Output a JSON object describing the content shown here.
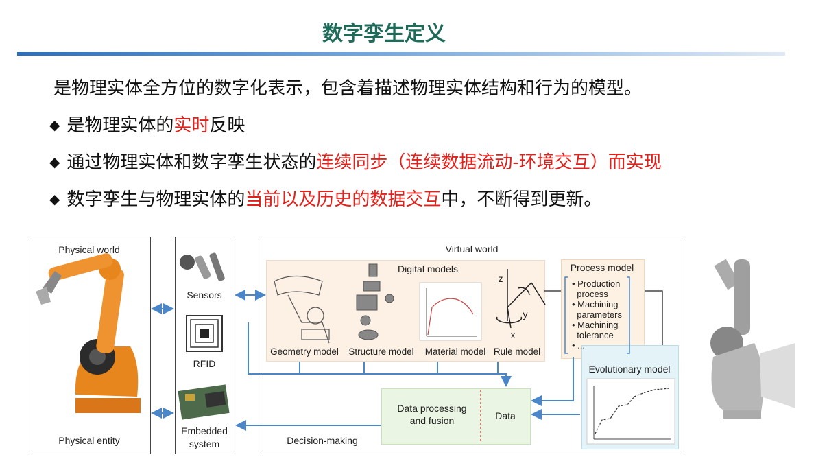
{
  "header": {
    "title": "数字孪生定义"
  },
  "intro": "是物理实体全方位的数字化表示，包含着描述物理实体结构和行为的模型。",
  "bullets": [
    {
      "pre": "是物理实体的",
      "hl": "实时",
      "post": "反映"
    },
    {
      "pre": "通过物理实体和数字孪生状态的",
      "hl": "连续同步（连续数据流动-环境交互）而实现",
      "post": ""
    },
    {
      "pre": "数字孪生与物理实体的",
      "hl": "当前以及历史的数据交互",
      "post": "中，不断得到更新。"
    }
  ],
  "bullet_symbol": "◆",
  "diagram": {
    "physical_world": "Physical world",
    "physical_entity": "Physical entity",
    "sensors": "Sensors",
    "rfid": "RFID",
    "embedded_1": "Embedded",
    "embedded_2": "system",
    "virtual_world": "Virtual world",
    "digital_models": "Digital models",
    "geometry_model": "Geometry model",
    "structure_model": "Structure model",
    "material_model": "Material model",
    "rule_model": "Rule model",
    "rule_axes": {
      "z": "z",
      "y": "y",
      "x": "x"
    },
    "process_model": "Process model",
    "process_items": [
      "• Production",
      "  process",
      "• Machining",
      "  parameters",
      "• Machining",
      "  tolerance",
      "• ..."
    ],
    "evolutionary_model": "Evolutionary model",
    "data_processing_1": "Data processing",
    "data_processing_2": "and fusion",
    "data": "Data",
    "decision_making": "Decision-making"
  },
  "colors": {
    "title": "#1f6b5a",
    "highlight": "#e3211b",
    "arrow": "#4a86c8",
    "robot": "#e8861e"
  }
}
